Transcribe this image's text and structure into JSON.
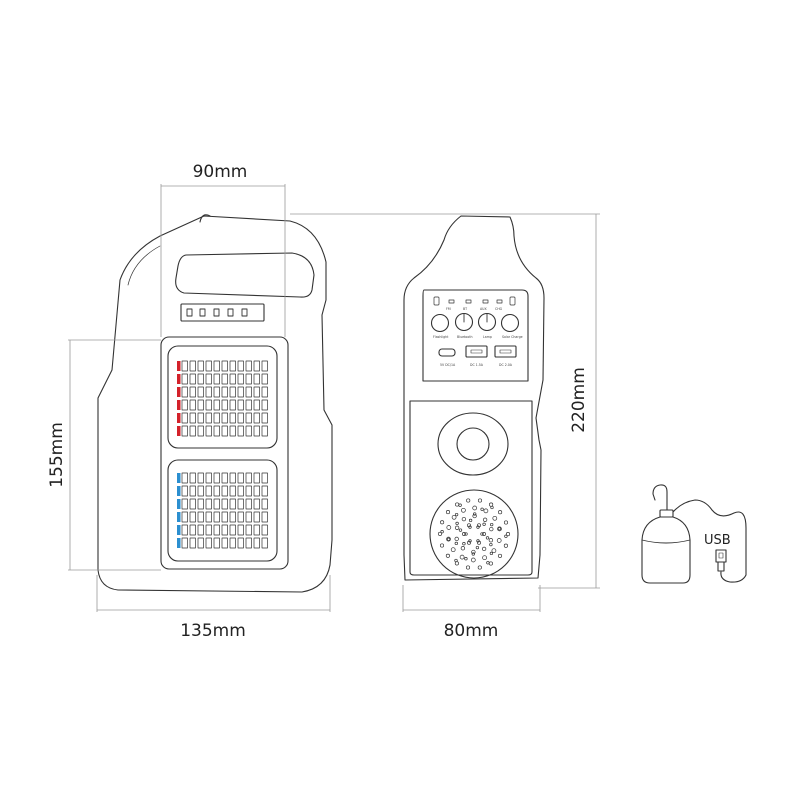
{
  "dimensions": {
    "top_width": "90mm",
    "bottom_width": "135mm",
    "height_left": "155mm",
    "depth": "80mm",
    "height_right": "220mm"
  },
  "panel_labels": {
    "top": [
      "FM",
      "BT",
      "AUX",
      "CHG"
    ],
    "knobs": [
      "Flashlight",
      "Bluetooth",
      "Lamp",
      "Solar Charge"
    ],
    "ports": [
      "5V DC/1A",
      "DC 1.5A",
      "DC 2.0A"
    ]
  },
  "usb_label": "USB",
  "colors": {
    "line": "#333333",
    "dim_line": "#999999",
    "accent_red": "#d4212a",
    "accent_blue": "#2b8fd0"
  }
}
